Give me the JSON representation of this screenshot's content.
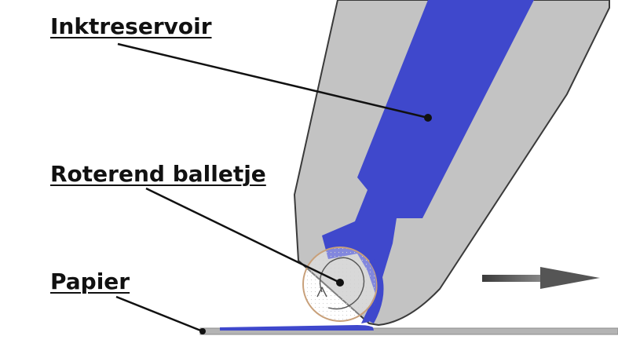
{
  "labels": {
    "ink_reservoir": "Inktreservoir",
    "rotating_ball": "Roterend balletje",
    "paper": "Papier"
  },
  "colors": {
    "ink": "#3f48cc",
    "pen_body": "#c3c3c3",
    "outline": "#3a3a3a",
    "paper": "#b4b4b4",
    "ball_edge": "#c8a07a",
    "arrow": "#4a4a4a"
  },
  "icons": {
    "motion_arrow": "right-arrow-icon",
    "rotation": "rotation-arrow-icon"
  }
}
